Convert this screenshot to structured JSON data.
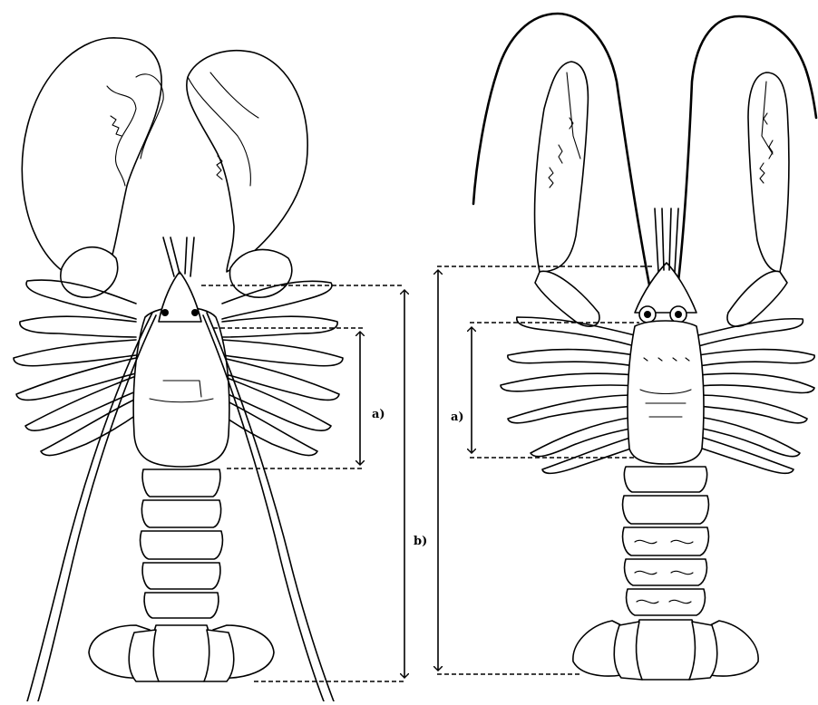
{
  "labels": {
    "lobster_carapace": "a)",
    "lobster_total": "b)",
    "nephrops_carapace": "a)"
  }
}
